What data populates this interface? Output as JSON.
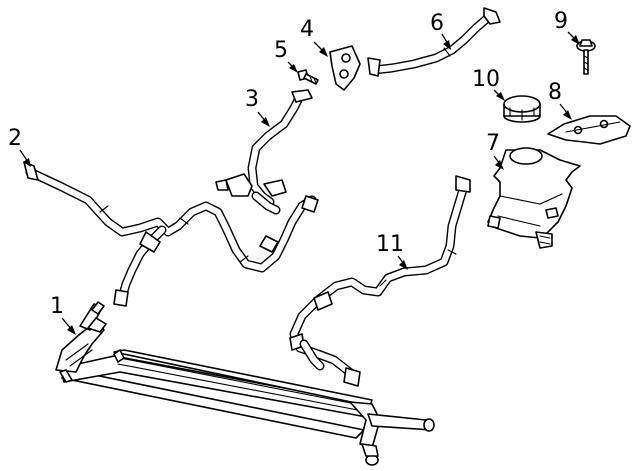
{
  "callouts": [
    {
      "id": "1",
      "text": "1"
    },
    {
      "id": "2",
      "text": "2"
    },
    {
      "id": "3",
      "text": "3"
    },
    {
      "id": "4",
      "text": "4"
    },
    {
      "id": "5",
      "text": "5"
    },
    {
      "id": "6",
      "text": "6"
    },
    {
      "id": "7",
      "text": "7"
    },
    {
      "id": "8",
      "text": "8"
    },
    {
      "id": "9",
      "text": "9"
    },
    {
      "id": "10",
      "text": "10"
    },
    {
      "id": "11",
      "text": "11"
    }
  ],
  "parts": [
    {
      "callout": "1",
      "kind": "cooler-assembly"
    },
    {
      "callout": "2",
      "kind": "hose-assembly"
    },
    {
      "callout": "3",
      "kind": "hose"
    },
    {
      "callout": "4",
      "kind": "bracket"
    },
    {
      "callout": "5",
      "kind": "bolt"
    },
    {
      "callout": "6",
      "kind": "hose"
    },
    {
      "callout": "7",
      "kind": "reservoir"
    },
    {
      "callout": "8",
      "kind": "bracket"
    },
    {
      "callout": "9",
      "kind": "bolt"
    },
    {
      "callout": "10",
      "kind": "cap"
    },
    {
      "callout": "11",
      "kind": "hose"
    }
  ]
}
